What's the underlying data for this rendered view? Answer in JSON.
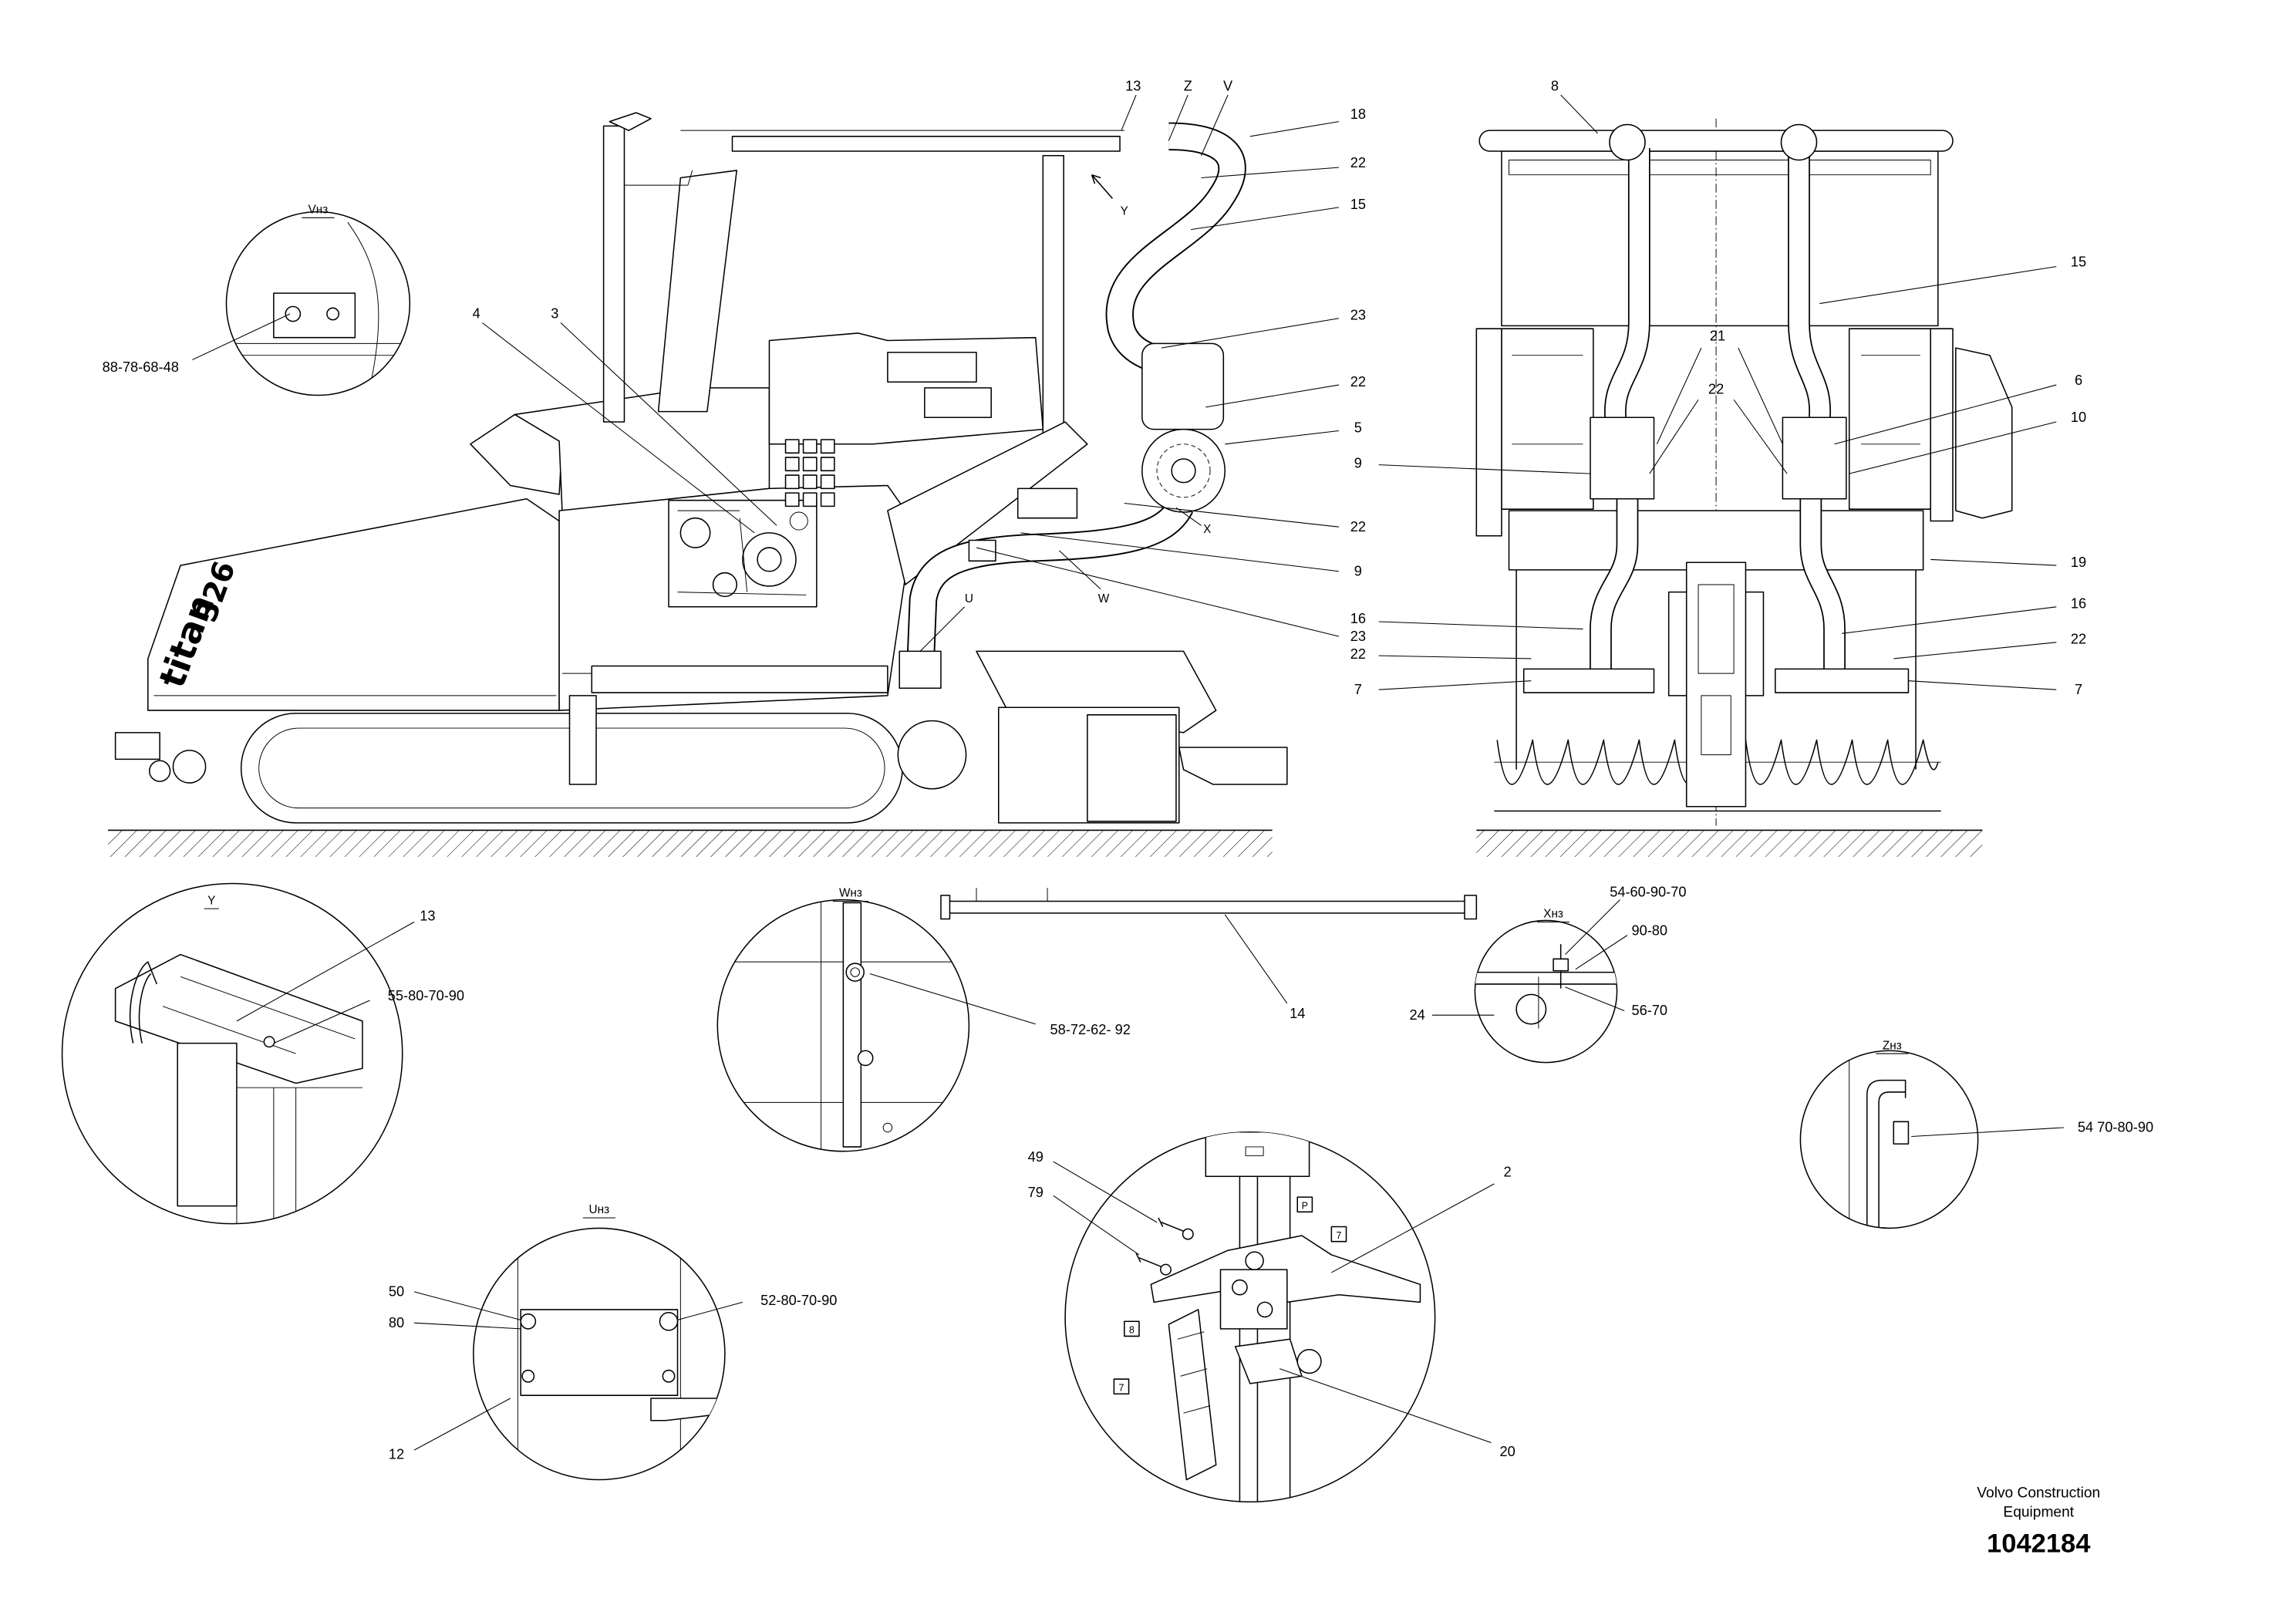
{
  "colors": {
    "line": "#000000",
    "background": "#ffffff"
  },
  "document": {
    "publisher_line1": "Volvo Construction",
    "publisher_line2": "Equipment",
    "drawing_number": "1042184"
  },
  "machine_branding": {
    "model": "326",
    "brand": "titan"
  },
  "side_view": {
    "callouts": [
      "13",
      "Z",
      "V",
      "18",
      "22",
      "15",
      "23",
      "22",
      "5",
      "22",
      "9",
      "23",
      "4",
      "3",
      "X",
      "W",
      "U",
      "Y"
    ]
  },
  "front_view": {
    "callouts": [
      "8",
      "15",
      "21",
      "22",
      "6",
      "10",
      "9",
      "19",
      "16",
      "16",
      "22",
      "22",
      "7",
      "7"
    ]
  },
  "detail_v": {
    "title": "Vнз",
    "callouts": [
      "88-78-68-48"
    ]
  },
  "detail_y": {
    "title": "Y",
    "callouts": [
      "13",
      "55-80-70-90"
    ]
  },
  "detail_w": {
    "title": "Wнз",
    "callouts": [
      "58-72-62- 92"
    ]
  },
  "rod_part": {
    "callouts": [
      "14"
    ]
  },
  "detail_x": {
    "title": "Xнз",
    "callouts": [
      "54-60-90-70",
      "90-80",
      "56-70",
      "24"
    ]
  },
  "detail_z": {
    "title": "Zнз",
    "callouts": [
      "54 70-80-90"
    ]
  },
  "detail_u": {
    "title": "Uнз",
    "callouts": [
      "50",
      "80",
      "52-80-70-90",
      "12"
    ]
  },
  "valve_detail": {
    "callouts": [
      "49",
      "79",
      "2",
      "20"
    ],
    "tags": [
      "P",
      "7",
      "8",
      "7"
    ]
  }
}
